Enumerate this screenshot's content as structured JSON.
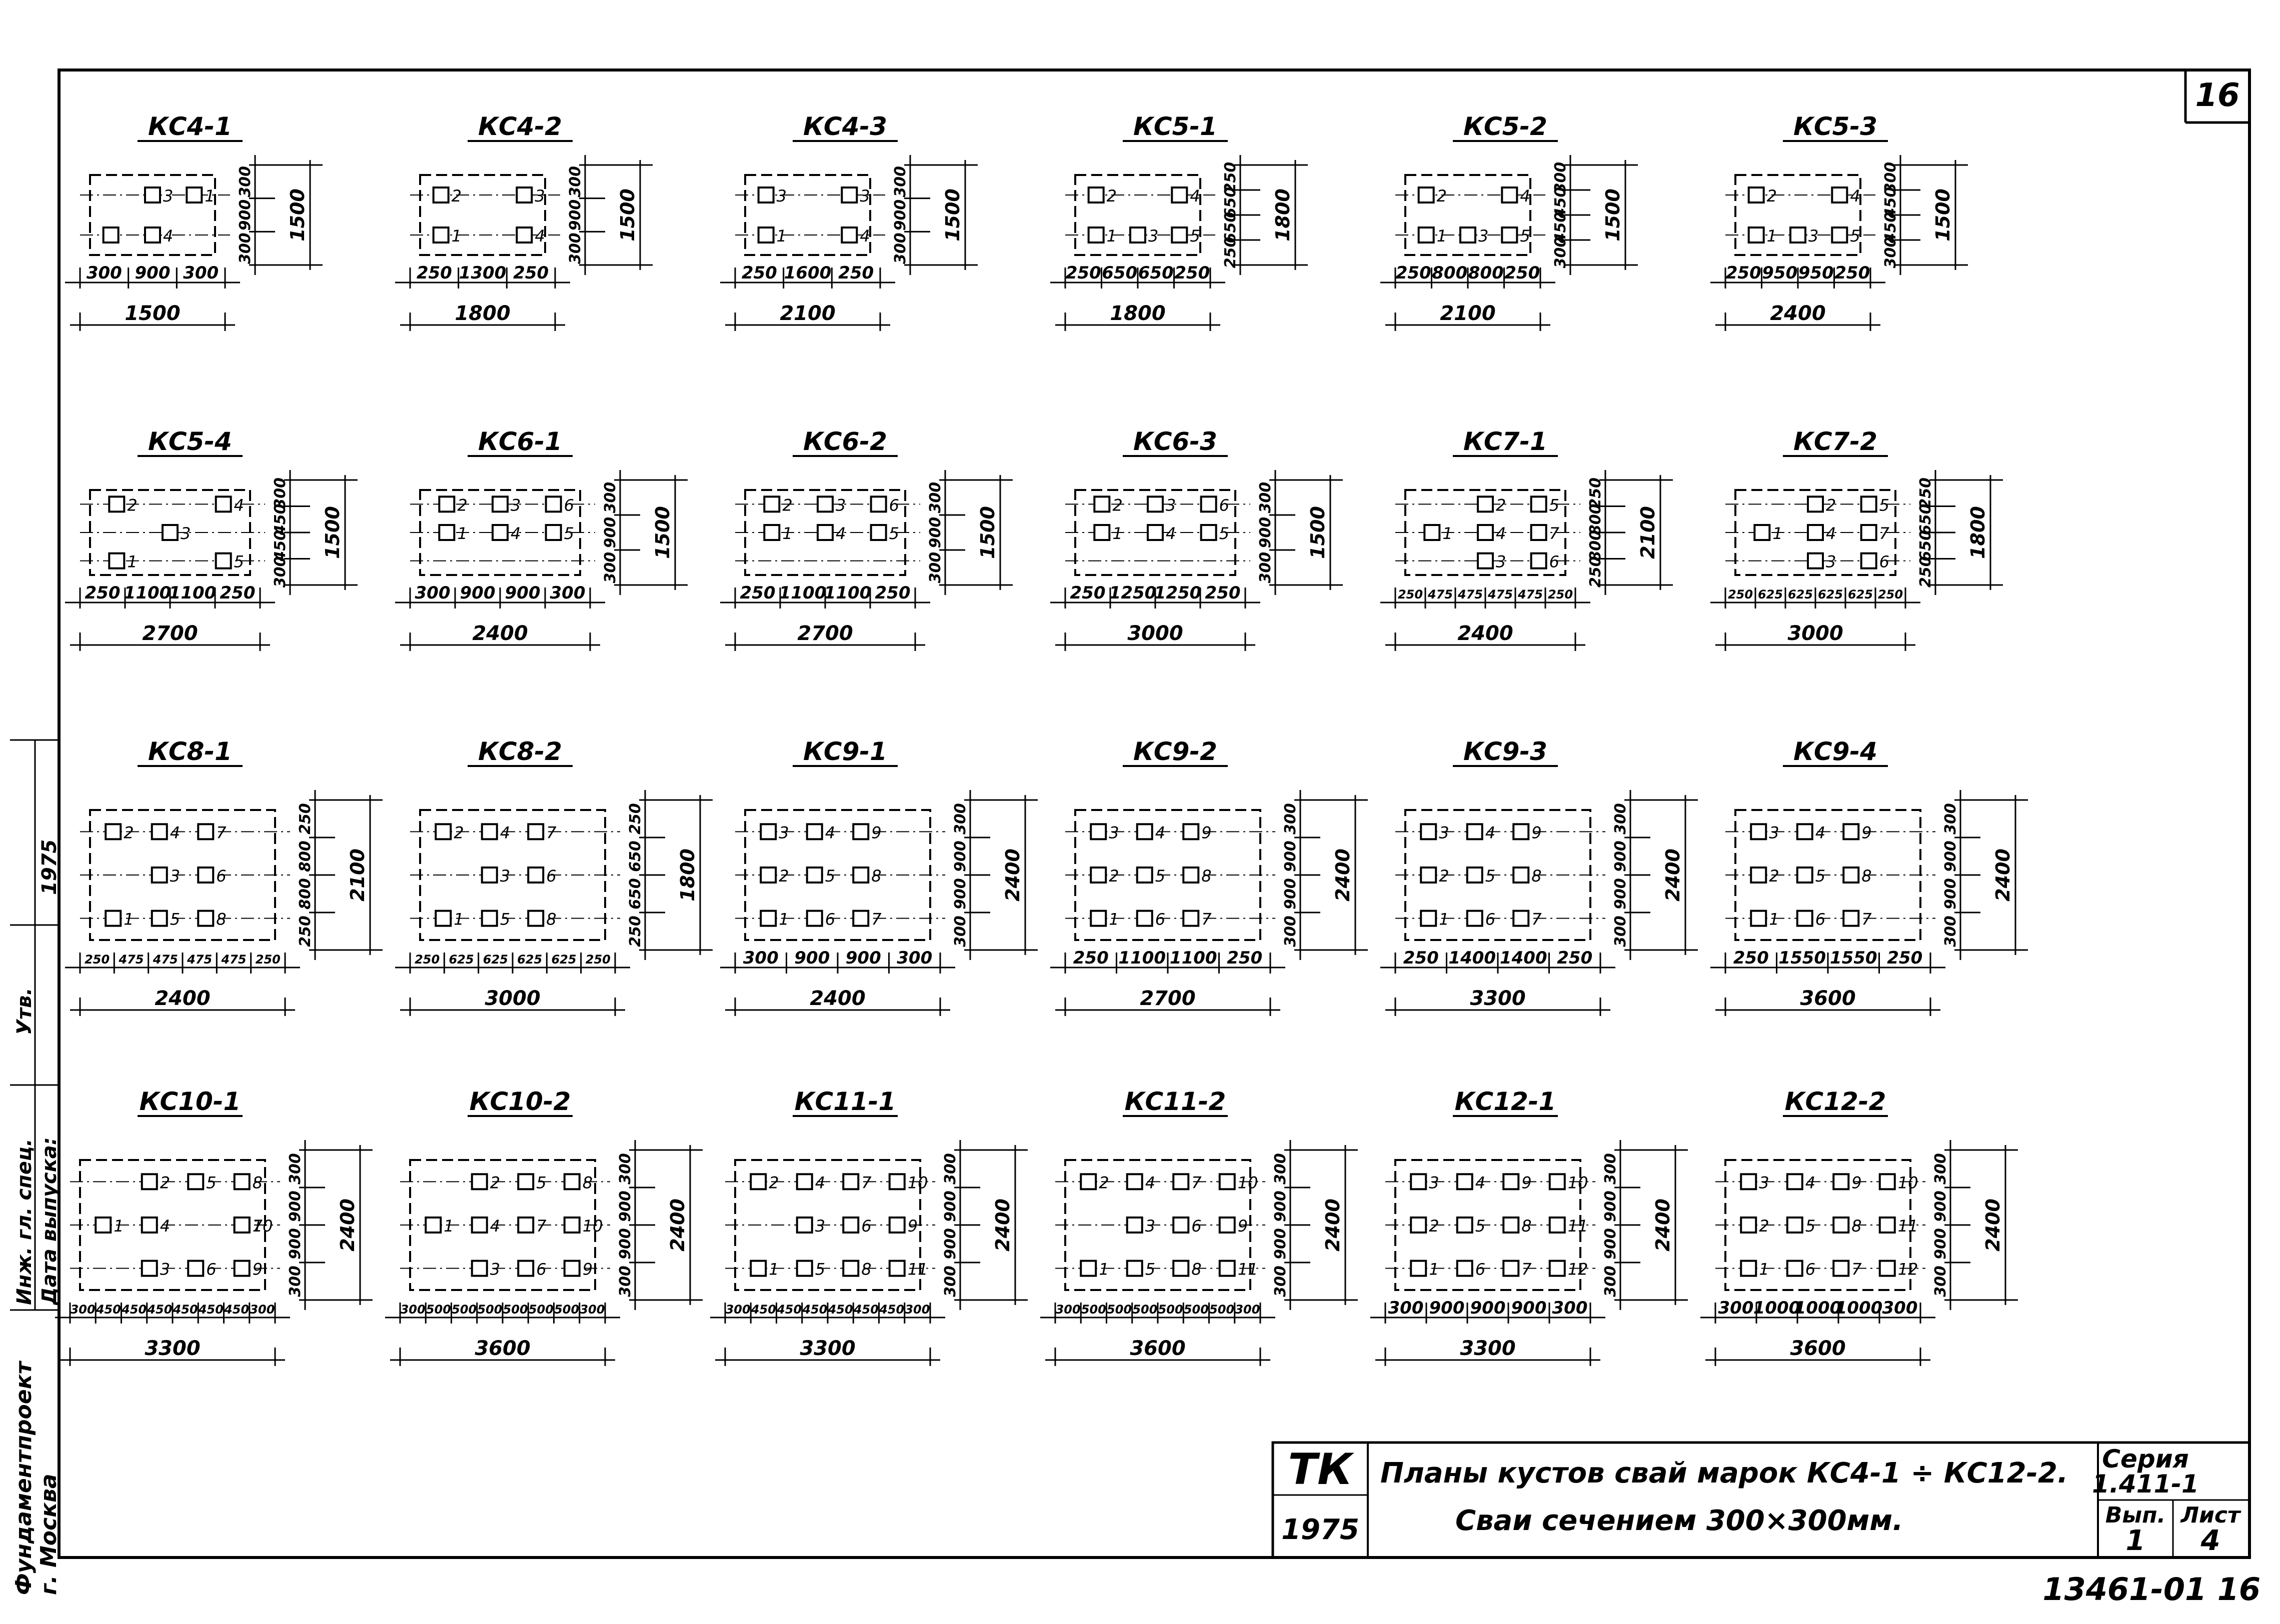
{
  "sheet": {
    "sheet_number": "16",
    "archive_code": "13461-01 16"
  },
  "side_stamp": {
    "organization_line1": "Фундаментпроект",
    "organization_line2": "г. Москва",
    "rows": [
      "Инж. гл. спец.",
      "Дата выпуска:"
    ],
    "row_values": [
      "",
      "1975"
    ],
    "approval": "Утв."
  },
  "title_block": {
    "logo": "ТК",
    "year": "1975",
    "title_line1": "Планы кустов свай марок КС4-1 ÷ КС12-2.",
    "title_line2": "Сваи сечением 300×300мм.",
    "series_label": "Серия",
    "series_value": "1.411-1",
    "issue_label": "Вып.",
    "issue_value": "1",
    "sheet_label": "Лист",
    "sheet_value": "4"
  },
  "plans": [
    {
      "name": "КС4-1",
      "bottom": [
        "300",
        "900",
        "300"
      ],
      "overall": "1500",
      "right": [
        "300",
        "900",
        "300"
      ],
      "right_total": "1500",
      "piles": [
        [
          0,
          2,
          "1"
        ],
        [
          0,
          1,
          "3"
        ],
        [
          3,
          0,
          ""
        ],
        [
          3,
          1,
          "4"
        ]
      ]
    },
    {
      "name": "КС4-2",
      "bottom": [
        "250",
        "1300",
        "250"
      ],
      "overall": "1800",
      "right": [
        "300",
        "900",
        "300"
      ],
      "right_total": "1500",
      "piles": [
        [
          0,
          0,
          "2"
        ],
        [
          1,
          0,
          "1"
        ],
        [
          0,
          2,
          "3"
        ],
        [
          1,
          2,
          "4"
        ]
      ]
    },
    {
      "name": "КС4-3",
      "bottom": [
        "250",
        "1600",
        "250"
      ],
      "overall": "2100",
      "right": [
        "300",
        "900",
        "300"
      ],
      "right_total": "1500",
      "piles": [
        [
          0,
          0,
          "3"
        ],
        [
          1,
          0,
          "1"
        ],
        [
          0,
          2,
          "3"
        ],
        [
          1,
          2,
          "4"
        ]
      ]
    },
    {
      "name": "КС5-1",
      "bottom": [
        "250",
        "650",
        "650",
        "250"
      ],
      "overall": "1800",
      "right": [
        "250",
        "650",
        "650",
        "250"
      ],
      "right_total": "1800",
      "piles": [
        [
          0,
          0,
          "2"
        ],
        [
          0,
          2,
          "4"
        ],
        [
          1,
          1,
          "3"
        ],
        [
          2,
          0,
          "1"
        ],
        [
          2,
          2,
          "5"
        ]
      ]
    },
    {
      "name": "КС5-2",
      "bottom": [
        "250",
        "800",
        "800",
        "250"
      ],
      "overall": "2100",
      "right": [
        "300",
        "450",
        "450",
        "300"
      ],
      "right_total": "1500",
      "piles": [
        [
          0,
          0,
          "2"
        ],
        [
          0,
          2,
          "4"
        ],
        [
          1,
          1,
          "3"
        ],
        [
          2,
          0,
          "1"
        ],
        [
          2,
          2,
          "5"
        ]
      ]
    },
    {
      "name": "КС5-3",
      "bottom": [
        "250",
        "950",
        "950",
        "250"
      ],
      "overall": "2400",
      "right": [
        "300",
        "450",
        "450",
        "300"
      ],
      "right_total": "1500",
      "piles": [
        [
          0,
          0,
          "2"
        ],
        [
          0,
          2,
          "4"
        ],
        [
          1,
          1,
          "3"
        ],
        [
          2,
          0,
          "1"
        ],
        [
          2,
          2,
          "5"
        ]
      ]
    },
    {
      "name": "КС5-4",
      "bottom": [
        "250",
        "1100",
        "1100",
        "250"
      ],
      "overall": "2700",
      "right": [
        "300",
        "450",
        "450",
        "300"
      ],
      "right_total": "1500",
      "piles": [
        [
          0,
          0,
          "2"
        ],
        [
          0,
          2,
          "4"
        ],
        [
          1,
          1,
          "3"
        ],
        [
          2,
          0,
          "1"
        ],
        [
          2,
          2,
          "5"
        ]
      ]
    },
    {
      "name": "КС6-1",
      "bottom": [
        "300",
        "900",
        "900",
        "300"
      ],
      "overall": "2400",
      "right": [
        "300",
        "900",
        "300"
      ],
      "right_total": "1500",
      "piles": [
        [
          0,
          0,
          "2"
        ],
        [
          0,
          1,
          "3"
        ],
        [
          0,
          2,
          "6"
        ],
        [
          1,
          0,
          "1"
        ],
        [
          1,
          1,
          "4"
        ],
        [
          1,
          2,
          "5"
        ]
      ]
    },
    {
      "name": "КС6-2",
      "bottom": [
        "250",
        "1100",
        "1100",
        "250"
      ],
      "overall": "2700",
      "right": [
        "300",
        "900",
        "300"
      ],
      "right_total": "1500",
      "piles": [
        [
          0,
          0,
          "2"
        ],
        [
          0,
          1,
          "3"
        ],
        [
          0,
          2,
          "6"
        ],
        [
          1,
          0,
          "1"
        ],
        [
          1,
          1,
          "4"
        ],
        [
          1,
          2,
          "5"
        ]
      ]
    },
    {
      "name": "КС6-3",
      "bottom": [
        "250",
        "1250",
        "1250",
        "250"
      ],
      "overall": "3000",
      "right": [
        "300",
        "900",
        "300"
      ],
      "right_total": "1500",
      "piles": [
        [
          0,
          0,
          "2"
        ],
        [
          0,
          1,
          "3"
        ],
        [
          0,
          2,
          "6"
        ],
        [
          1,
          0,
          "1"
        ],
        [
          1,
          1,
          "4"
        ],
        [
          1,
          2,
          "5"
        ]
      ]
    },
    {
      "name": "КС7-1",
      "bottom": [
        "250",
        "475",
        "475",
        "475",
        "475",
        "250"
      ],
      "overall": "2400",
      "right": [
        "250",
        "800",
        "800",
        "250"
      ],
      "right_total": "2100",
      "piles": [
        [
          0,
          1,
          "2"
        ],
        [
          0,
          2,
          "5"
        ],
        [
          1,
          0,
          "1"
        ],
        [
          1,
          1,
          "4"
        ],
        [
          1,
          2,
          "7"
        ],
        [
          2,
          1,
          "3"
        ],
        [
          2,
          2,
          "6"
        ]
      ]
    },
    {
      "name": "КС7-2",
      "bottom": [
        "250",
        "625",
        "625",
        "625",
        "625",
        "250"
      ],
      "overall": "3000",
      "right": [
        "250",
        "650",
        "650",
        "250"
      ],
      "right_total": "1800",
      "piles": [
        [
          0,
          1,
          "2"
        ],
        [
          0,
          2,
          "5"
        ],
        [
          1,
          0,
          "1"
        ],
        [
          1,
          1,
          "4"
        ],
        [
          1,
          2,
          "7"
        ],
        [
          2,
          1,
          "3"
        ],
        [
          2,
          2,
          "6"
        ]
      ]
    },
    {
      "name": "КС8-1",
      "bottom": [
        "250",
        "475",
        "475",
        "475",
        "475",
        "250"
      ],
      "overall": "2400",
      "right": [
        "250",
        "800",
        "800",
        "250"
      ],
      "right_total": "2100",
      "piles": [
        [
          0,
          0,
          "2"
        ],
        [
          0,
          1,
          "4"
        ],
        [
          0,
          2,
          "7"
        ],
        [
          1,
          1,
          "3"
        ],
        [
          1,
          2,
          "6"
        ],
        [
          2,
          0,
          "1"
        ],
        [
          2,
          1,
          "5"
        ],
        [
          2,
          2,
          "8"
        ]
      ]
    },
    {
      "name": "КС8-2",
      "bottom": [
        "250",
        "625",
        "625",
        "625",
        "625",
        "250"
      ],
      "overall": "3000",
      "right": [
        "250",
        "650",
        "650",
        "250"
      ],
      "right_total": "1800",
      "piles": [
        [
          0,
          0,
          "2"
        ],
        [
          0,
          1,
          "4"
        ],
        [
          0,
          2,
          "7"
        ],
        [
          1,
          1,
          "3"
        ],
        [
          1,
          2,
          "6"
        ],
        [
          2,
          0,
          "1"
        ],
        [
          2,
          1,
          "5"
        ],
        [
          2,
          2,
          "8"
        ]
      ]
    },
    {
      "name": "КС9-1",
      "bottom": [
        "300",
        "900",
        "900",
        "300"
      ],
      "overall": "2400",
      "right": [
        "300",
        "900",
        "900",
        "300"
      ],
      "right_total": "2400",
      "piles": [
        [
          0,
          0,
          "3"
        ],
        [
          0,
          1,
          "4"
        ],
        [
          0,
          2,
          "9"
        ],
        [
          1,
          0,
          "2"
        ],
        [
          1,
          1,
          "5"
        ],
        [
          1,
          2,
          "8"
        ],
        [
          2,
          0,
          "1"
        ],
        [
          2,
          1,
          "6"
        ],
        [
          2,
          2,
          "7"
        ]
      ]
    },
    {
      "name": "КС9-2",
      "bottom": [
        "250",
        "1100",
        "1100",
        "250"
      ],
      "overall": "2700",
      "right": [
        "300",
        "900",
        "900",
        "300"
      ],
      "right_total": "2400",
      "piles": [
        [
          0,
          0,
          "3"
        ],
        [
          0,
          1,
          "4"
        ],
        [
          0,
          2,
          "9"
        ],
        [
          1,
          0,
          "2"
        ],
        [
          1,
          1,
          "5"
        ],
        [
          1,
          2,
          "8"
        ],
        [
          2,
          0,
          "1"
        ],
        [
          2,
          1,
          "6"
        ],
        [
          2,
          2,
          "7"
        ]
      ]
    },
    {
      "name": "КС9-3",
      "bottom": [
        "250",
        "1400",
        "1400",
        "250"
      ],
      "overall": "3300",
      "right": [
        "300",
        "900",
        "900",
        "300"
      ],
      "right_total": "2400",
      "piles": [
        [
          0,
          0,
          "3"
        ],
        [
          0,
          1,
          "4"
        ],
        [
          0,
          2,
          "9"
        ],
        [
          1,
          0,
          "2"
        ],
        [
          1,
          1,
          "5"
        ],
        [
          1,
          2,
          "8"
        ],
        [
          2,
          0,
          "1"
        ],
        [
          2,
          1,
          "6"
        ],
        [
          2,
          2,
          "7"
        ]
      ]
    },
    {
      "name": "КС9-4",
      "bottom": [
        "250",
        "1550",
        "1550",
        "250"
      ],
      "overall": "3600",
      "right": [
        "300",
        "900",
        "900",
        "300"
      ],
      "right_total": "2400",
      "piles": [
        [
          0,
          0,
          "3"
        ],
        [
          0,
          1,
          "4"
        ],
        [
          0,
          2,
          "9"
        ],
        [
          1,
          0,
          "2"
        ],
        [
          1,
          1,
          "5"
        ],
        [
          1,
          2,
          "8"
        ],
        [
          2,
          0,
          "1"
        ],
        [
          2,
          1,
          "6"
        ],
        [
          2,
          2,
          "7"
        ]
      ]
    },
    {
      "name": "КС10-1",
      "bottom": [
        "300",
        "450",
        "450",
        "450",
        "450",
        "450",
        "450",
        "300"
      ],
      "overall": "3300",
      "right": [
        "300",
        "900",
        "900",
        "300"
      ],
      "right_total": "2400",
      "piles": [
        [
          0,
          1,
          "2"
        ],
        [
          0,
          2,
          "5"
        ],
        [
          0,
          3,
          "8"
        ],
        [
          1,
          0,
          "1"
        ],
        [
          1,
          1,
          "4"
        ],
        [
          1,
          3,
          "7"
        ],
        [
          1,
          3,
          "10"
        ],
        [
          2,
          1,
          "3"
        ],
        [
          2,
          2,
          "6"
        ],
        [
          2,
          3,
          "9"
        ]
      ]
    },
    {
      "name": "КС10-2",
      "bottom": [
        "300",
        "500",
        "500",
        "500",
        "500",
        "500",
        "500",
        "300"
      ],
      "overall": "3600",
      "right": [
        "300",
        "900",
        "900",
        "300"
      ],
      "right_total": "2400",
      "piles": [
        [
          0,
          1,
          "2"
        ],
        [
          0,
          2,
          "5"
        ],
        [
          0,
          3,
          "8"
        ],
        [
          1,
          0,
          "1"
        ],
        [
          1,
          1,
          "4"
        ],
        [
          1,
          2,
          "7"
        ],
        [
          1,
          3,
          "10"
        ],
        [
          2,
          1,
          "3"
        ],
        [
          2,
          2,
          "6"
        ],
        [
          2,
          3,
          "9"
        ]
      ]
    },
    {
      "name": "КС11-1",
      "bottom": [
        "300",
        "450",
        "450",
        "450",
        "450",
        "450",
        "450",
        "300"
      ],
      "overall": "3300",
      "right": [
        "300",
        "900",
        "900",
        "300"
      ],
      "right_total": "2400",
      "piles": [
        [
          0,
          0,
          "2"
        ],
        [
          0,
          1,
          "4"
        ],
        [
          0,
          2,
          "7"
        ],
        [
          0,
          3,
          "10"
        ],
        [
          1,
          1,
          "3"
        ],
        [
          1,
          2,
          "6"
        ],
        [
          1,
          3,
          "9"
        ],
        [
          2,
          0,
          "1"
        ],
        [
          2,
          1,
          "5"
        ],
        [
          2,
          2,
          "8"
        ],
        [
          2,
          3,
          "11"
        ]
      ]
    },
    {
      "name": "КС11-2",
      "bottom": [
        "300",
        "500",
        "500",
        "500",
        "500",
        "500",
        "500",
        "300"
      ],
      "overall": "3600",
      "right": [
        "300",
        "900",
        "900",
        "300"
      ],
      "right_total": "2400",
      "piles": [
        [
          0,
          0,
          "2"
        ],
        [
          0,
          1,
          "4"
        ],
        [
          0,
          2,
          "7"
        ],
        [
          0,
          3,
          "10"
        ],
        [
          1,
          1,
          "3"
        ],
        [
          1,
          2,
          "6"
        ],
        [
          1,
          3,
          "9"
        ],
        [
          2,
          0,
          "1"
        ],
        [
          2,
          1,
          "5"
        ],
        [
          2,
          2,
          "8"
        ],
        [
          2,
          3,
          "11"
        ]
      ]
    },
    {
      "name": "КС12-1",
      "bottom": [
        "300",
        "900",
        "900",
        "900",
        "300"
      ],
      "overall": "3300",
      "right": [
        "300",
        "900",
        "900",
        "300"
      ],
      "right_total": "2400",
      "piles": [
        [
          0,
          0,
          "3"
        ],
        [
          0,
          1,
          "4"
        ],
        [
          0,
          2,
          "9"
        ],
        [
          0,
          3,
          "10"
        ],
        [
          1,
          0,
          "2"
        ],
        [
          1,
          1,
          "5"
        ],
        [
          1,
          2,
          "8"
        ],
        [
          1,
          3,
          "11"
        ],
        [
          2,
          0,
          "1"
        ],
        [
          2,
          1,
          "6"
        ],
        [
          2,
          2,
          "7"
        ],
        [
          2,
          3,
          "12"
        ]
      ]
    },
    {
      "name": "КС12-2",
      "bottom": [
        "300",
        "1000",
        "1000",
        "1000",
        "300"
      ],
      "overall": "3600",
      "right": [
        "300",
        "900",
        "900",
        "300"
      ],
      "right_total": "2400",
      "piles": [
        [
          0,
          0,
          "3"
        ],
        [
          0,
          1,
          "4"
        ],
        [
          0,
          2,
          "9"
        ],
        [
          0,
          3,
          "10"
        ],
        [
          1,
          0,
          "2"
        ],
        [
          1,
          1,
          "5"
        ],
        [
          1,
          2,
          "8"
        ],
        [
          1,
          3,
          "11"
        ],
        [
          2,
          0,
          "1"
        ],
        [
          2,
          1,
          "6"
        ],
        [
          2,
          2,
          "7"
        ],
        [
          2,
          3,
          "12"
        ]
      ]
    }
  ]
}
